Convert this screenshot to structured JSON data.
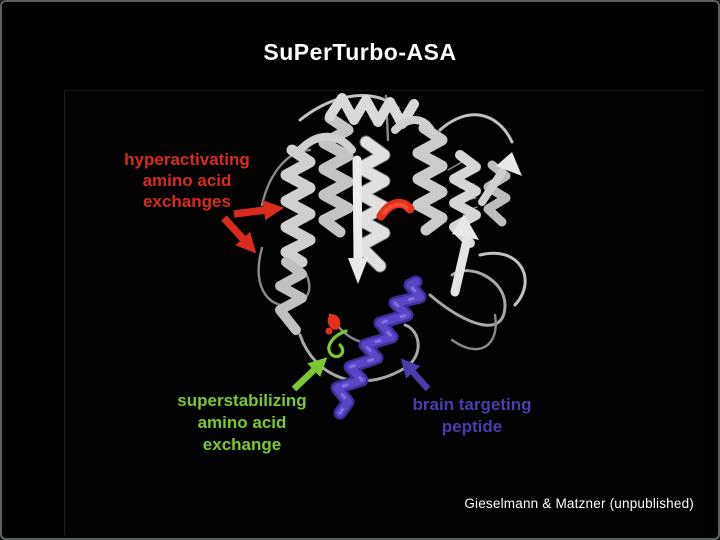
{
  "title": "SuPerTurbo-ASA",
  "credit": "Gieselmann & Matzner (unpublished)",
  "annotations": {
    "hyperactivating": {
      "line1": "hyperactivating",
      "line2": "amino acid",
      "line3": "exchanges"
    },
    "superstabilizing": {
      "line1": "superstabilizing",
      "line2": "amino acid",
      "line3": "exchange"
    },
    "brain_targeting": {
      "line1": "brain targeting",
      "line2": "peptide"
    }
  },
  "colors": {
    "red-accent": "#d92b1c",
    "green-accent": "#7dc832",
    "purple-accent": "#4b3cae",
    "helix-purple": "#5a47c6",
    "helix-purple-dark": "#3d2f9c",
    "helix-purple-light": "#8a77e8",
    "ribbon-grey": "#d0d0d0",
    "text-white": "#ffffff"
  }
}
